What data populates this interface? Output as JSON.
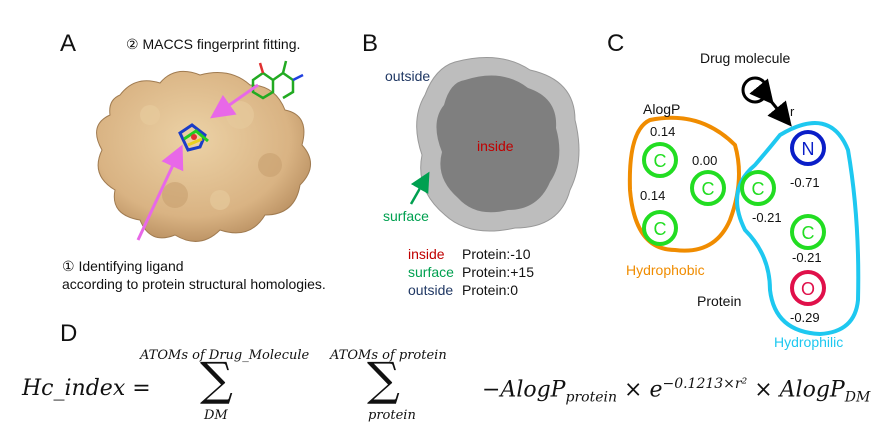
{
  "panels": {
    "A": {
      "letter": "A",
      "step2": "② MACCS fingerprint fitting.",
      "step1_line1": "① Identifying ligand",
      "step1_line2": "according to protein structural homologies."
    },
    "B": {
      "letter": "B",
      "outside_label": "outside",
      "inside_label": "inside",
      "surface_label": "surface",
      "legend": [
        {
          "region": "inside",
          "value": "Protein:-10"
        },
        {
          "region": "surface",
          "value": "Protein:+15"
        },
        {
          "region": "outside",
          "value": "Protein:0"
        }
      ]
    },
    "C": {
      "letter": "C",
      "drug_molecule": "Drug molecule",
      "r_label": "r",
      "alogp": "AlogP",
      "hydrophobic": "Hydrophobic",
      "hydrophilic": "Hydrophilic",
      "protein": "Protein",
      "atoms": [
        {
          "symbol": "C",
          "value": "0.14"
        },
        {
          "symbol": "C",
          "value": "0.00"
        },
        {
          "symbol": "C",
          "value": "0.14"
        },
        {
          "symbol": "N",
          "value": "-0.71"
        },
        {
          "symbol": "C",
          "value": "-0.21"
        },
        {
          "symbol": "C",
          "value": "-0.21"
        },
        {
          "symbol": "O",
          "value": "-0.29"
        }
      ]
    },
    "D": {
      "letter": "D",
      "lhs": "Hc_index =",
      "sum1_top": "ATOMs of Drug_Molecule",
      "sum1_bottom": "DM",
      "sum2_top": "ATOMs of protein",
      "sum2_bottom": "protein",
      "term1": "−AlogP",
      "term1_sub": "protein",
      "times": "×",
      "exp_base": "e",
      "exp_power": "−0.1213×r²",
      "term2": "× AlogP",
      "term2_sub": "DM"
    }
  },
  "colors": {
    "protein_surface": "#dcb98a",
    "inside": "#c00000",
    "surface": "#00a050",
    "outside": "#203864",
    "hydrophobic": "#f08c00",
    "hydrophilic": "#1ec8f0",
    "carbon": "#22dd22",
    "nitrogen": "#0a1ec8",
    "oxygen": "#e0104a",
    "arrow_pink": "#e868e8"
  }
}
